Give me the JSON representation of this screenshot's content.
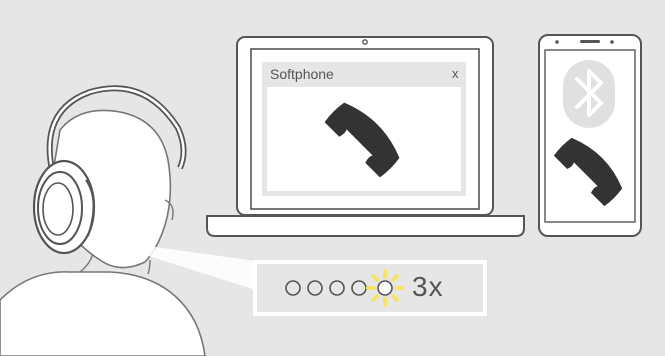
{
  "softphone": {
    "title": "Softphone",
    "close_label": "x"
  },
  "led_indicator": {
    "dots_off": 4,
    "repeat_label": "3x"
  },
  "icons": [
    "bluetooth-icon",
    "phone-handset-icon",
    "led-flash-icon",
    "headset-icon"
  ],
  "colors": {
    "background": "#e6e6e6",
    "outline": "#555555",
    "handset": "#333333",
    "led_flash": "#f7e36a"
  }
}
